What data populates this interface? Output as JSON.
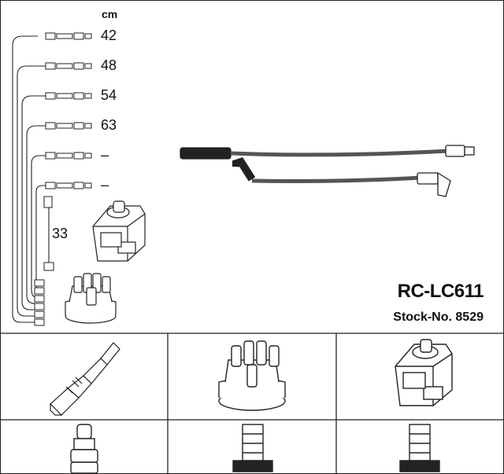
{
  "header": {
    "unit_label": "cm"
  },
  "cable_lengths": [
    "42",
    "48",
    "54",
    "63",
    "–",
    "–"
  ],
  "coil_lead_length": "33",
  "product": {
    "part_number": "RC-LC611",
    "stock_label": "Stock-No. 8529"
  },
  "icons": {
    "main": [
      "ignition-coil-icon",
      "distributor-cap-icon",
      "ignition-lead-icon"
    ],
    "bottom_row": [
      "spark-plug-icon",
      "distributor-cap-icon",
      "ignition-coil-icon"
    ],
    "connectors": [
      "spark-plug-terminal-icon",
      "distributor-terminal-icon",
      "coil-terminal-icon"
    ]
  },
  "colors": {
    "line": "#222222",
    "cable": "#555555",
    "background": "#ffffff"
  }
}
